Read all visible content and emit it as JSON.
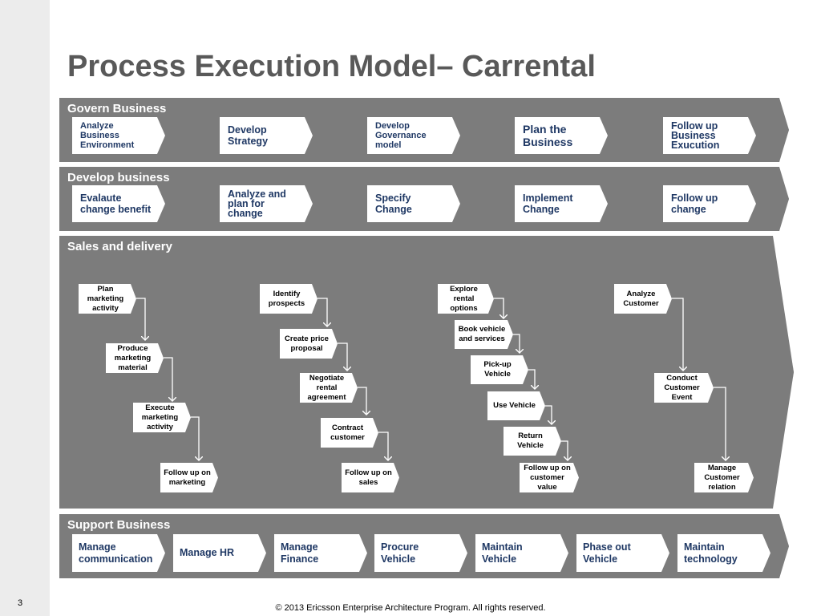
{
  "title": "Process Execution Model– Carrental",
  "bands": {
    "govern": {
      "title": "Govern Business",
      "steps": [
        "Analyze Business Environment",
        "Develop Strategy",
        "Develop Governance model",
        "Plan the Business",
        "Follow up Business Exucution"
      ]
    },
    "develop": {
      "title": "Develop business",
      "steps": [
        "Evalaute change benefit",
        "Analyze and plan for change",
        "Specify Change",
        "Implement Change",
        "Follow up change"
      ]
    },
    "sales": {
      "title": "Sales and delivery",
      "flows": {
        "marketing": [
          "Plan marketing activity",
          "Produce marketing material",
          "Execute marketing activity",
          "Follow up on marketing"
        ],
        "prospects": [
          "Identify prospects",
          "Create price proposal",
          "Negotiate rental agreement",
          "Contract customer",
          "Follow up on sales"
        ],
        "rental": [
          "Explore rental options",
          "Book vehicle and services",
          "Pick-up Vehicle",
          "Use Vehicle",
          "Return Vehicle",
          "Follow up on customer value"
        ],
        "customer": [
          "Analyze Customer",
          "Conduct Customer Event",
          "Manage Customer relation"
        ]
      }
    },
    "support": {
      "title": "Support Business",
      "steps": [
        "Manage communication",
        "Manage HR",
        "Manage Finance",
        "Procure Vehicle",
        "Maintain Vehicle",
        "Phase out Vehicle",
        "Maintain technology"
      ]
    }
  },
  "page_number": "3",
  "footer": "© 2013 Ericsson Enterprise Architecture Program. All rights reserved.",
  "colors": {
    "band": "#7c7c7c",
    "box_text": "#1f3864",
    "title": "#595959"
  }
}
